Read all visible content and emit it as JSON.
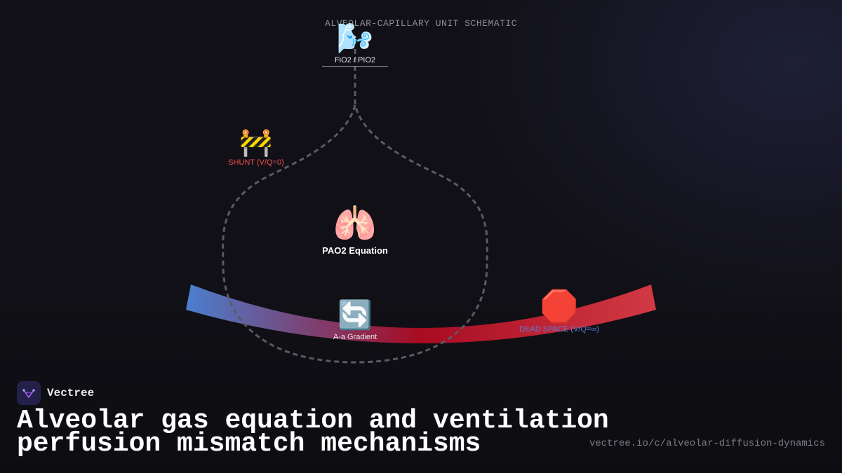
{
  "diagram": {
    "title": "ALVEOLAR-CAPILLARY UNIT SCHEMATIC",
    "nodes": {
      "fio2": {
        "icon": "wind-face-icon",
        "glyph": "🌬️",
        "label": "FiO2 / PIO2"
      },
      "shunt": {
        "icon": "construction-barrier-icon",
        "glyph": "🚧",
        "label": "SHUNT (V/Q=0)"
      },
      "pao2": {
        "icon": "lungs-icon",
        "glyph": "🫁",
        "label": "PAO2 Equation"
      },
      "aa_gradient": {
        "icon": "refresh-arrows-icon",
        "glyph": "🔄",
        "label": "A-a Gradient"
      },
      "dead_space": {
        "icon": "stop-sign-icon",
        "glyph": "🛑",
        "label": "DEAD SPACE (V/Q=∞)"
      }
    },
    "colors": {
      "capillary_venous": "#4a7fcf",
      "capillary_mid": "#a80b22",
      "capillary_arterial": "#d23a44",
      "airway_dash": "#5a5a60",
      "shunt_label": "#ee4f4f",
      "dead_space_label": "#5a7fd8"
    }
  },
  "brand": {
    "name": "Vectree",
    "logo_icon": "vectree-logo-icon"
  },
  "headline": "Alveolar gas equation and ventilation perfusion mismatch mechanisms",
  "url": "vectree.io/c/alveolar-diffusion-dynamics"
}
